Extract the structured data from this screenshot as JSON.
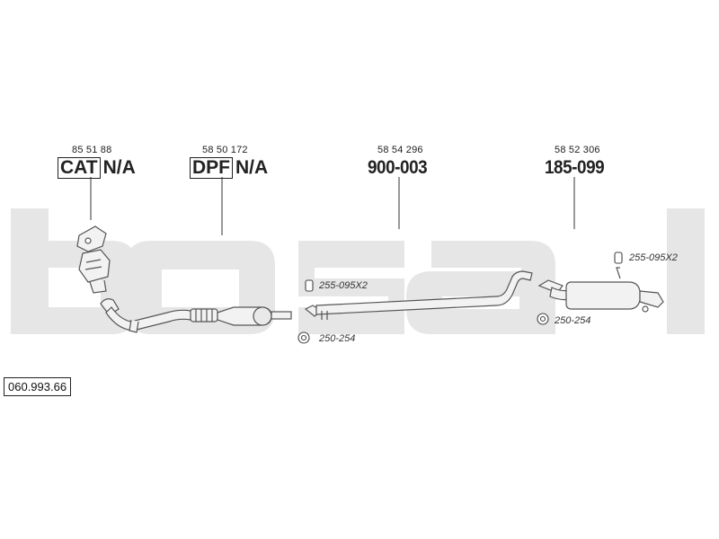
{
  "diagram_code": "060.993.66",
  "parts": [
    {
      "ref": "85 51 88",
      "prefix": "CAT",
      "label": "N/A"
    },
    {
      "ref": "58 50 172",
      "prefix": "DPF",
      "label": "N/A"
    },
    {
      "ref": "58 54 296",
      "label": "900-003"
    },
    {
      "ref": "58 52 306",
      "label": "185-099"
    }
  ],
  "hardware": [
    {
      "label": "255-095X2"
    },
    {
      "label": "250-254"
    },
    {
      "label": "255-095X2"
    },
    {
      "label": "250-254"
    }
  ],
  "watermark_text": "bosal",
  "colors": {
    "watermark": "#e6e6e6",
    "line": "#555555",
    "part_fill": "#f2f2f2",
    "text": "#222222"
  }
}
